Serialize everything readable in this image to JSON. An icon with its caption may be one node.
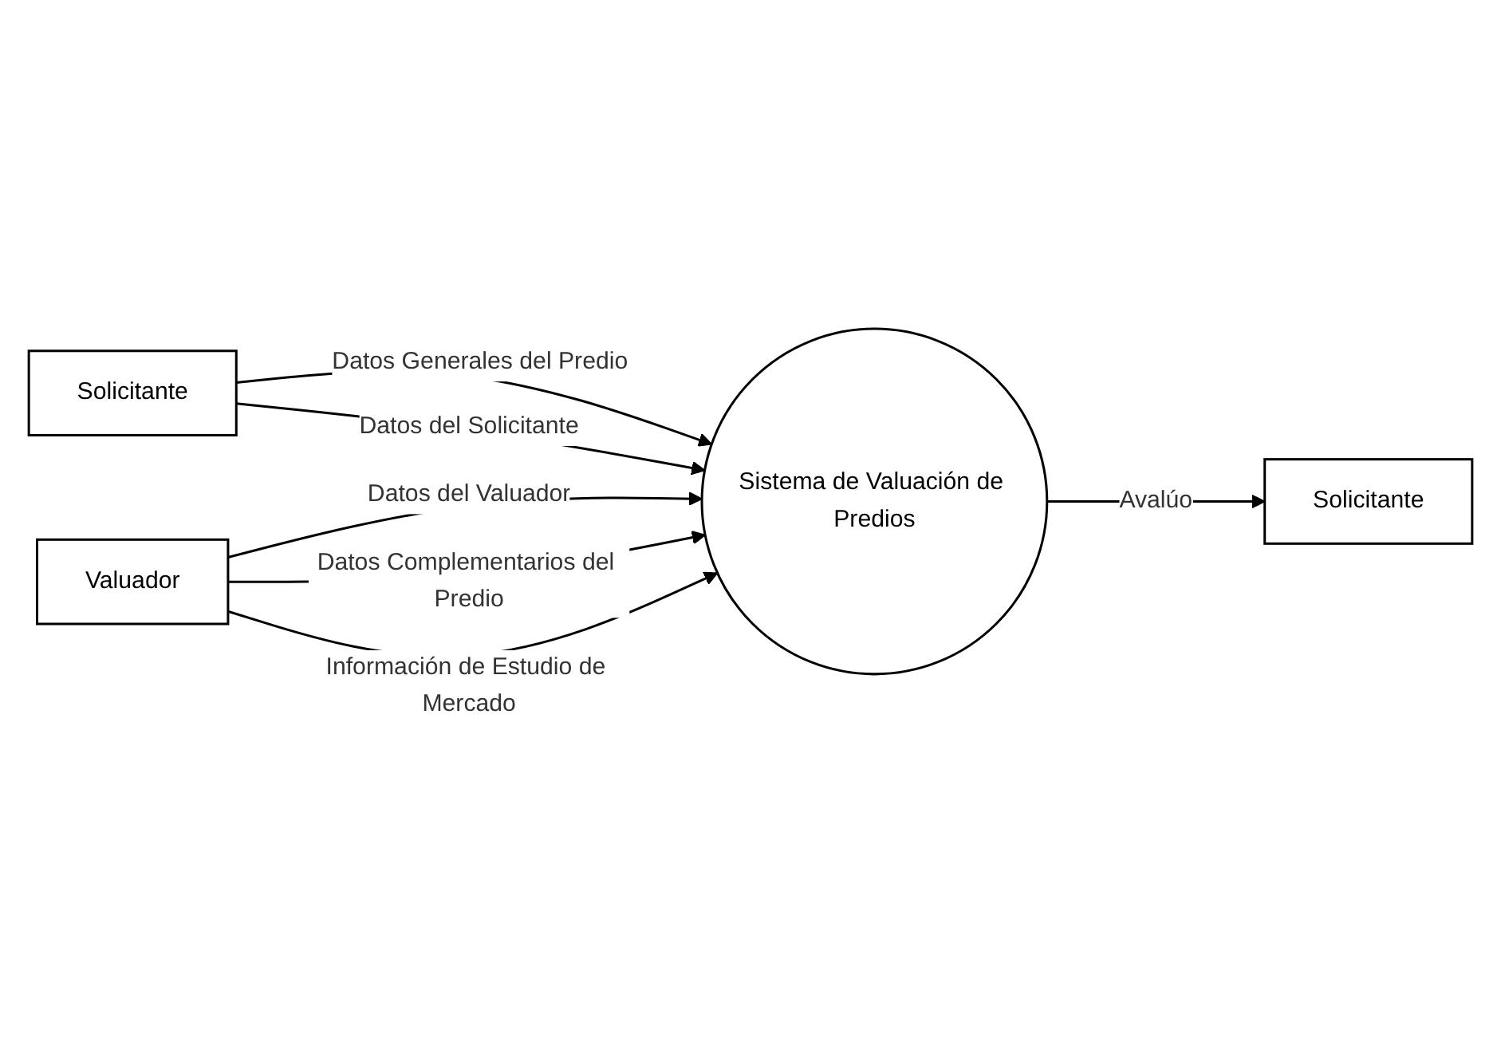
{
  "diagram": {
    "nodes": [
      {
        "text": [
          "Solicitante"
        ]
      },
      {
        "text": [
          "Sistema de Valuación de Predios"
        ]
      },
      {
        "text": [
          "Solicitante"
        ]
      },
      {
        "text": [
          "Valuador"
        ]
      }
    ],
    "edges": [
      {
        "from": 0,
        "to": 1,
        "arrow": "to",
        "label": "Datos Generales del Predio"
      },
      {
        "from": 0,
        "to": 1,
        "arrow": "to",
        "label": "Datos del Solicitante"
      },
      {
        "from": 1,
        "to": 2,
        "arrow": "to",
        "label": "Avalúo"
      },
      {
        "from": 3,
        "to": 1,
        "arrow": "to",
        "label": "Datos del Valuador"
      },
      {
        "from": 3,
        "to": 1,
        "arrow": "to",
        "label": "Datos Complementarios del Predio"
      },
      {
        "from": 3,
        "to": 1,
        "arrow": "to",
        "label": "Información de Estudio de Mercado"
      }
    ]
  }
}
